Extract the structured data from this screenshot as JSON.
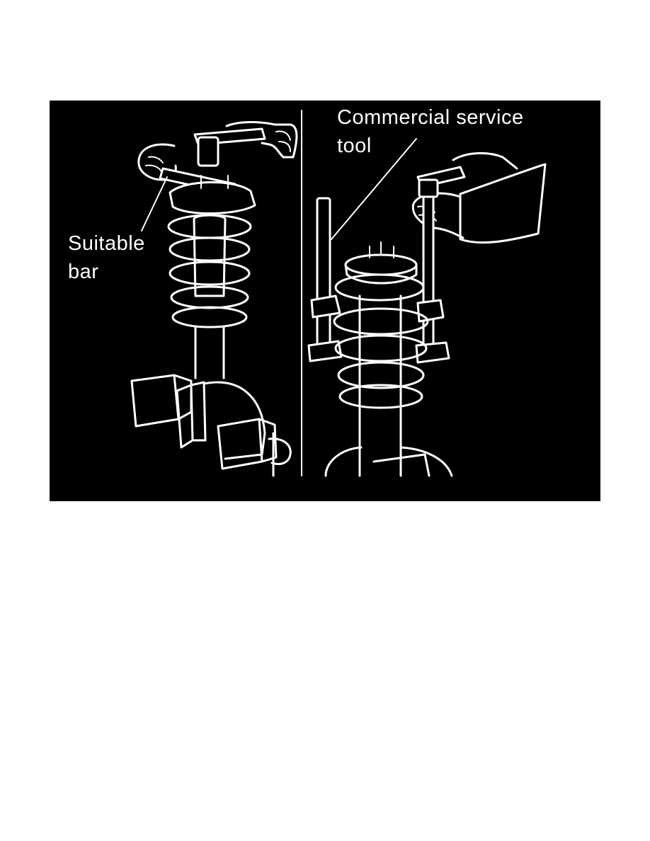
{
  "figure": {
    "background": "#000000",
    "line_color": "#ffffff",
    "labels": {
      "suitable_bar": [
        "Suitable",
        "bar"
      ],
      "commercial_tool": [
        "Commercial  service",
        "tool"
      ]
    }
  }
}
